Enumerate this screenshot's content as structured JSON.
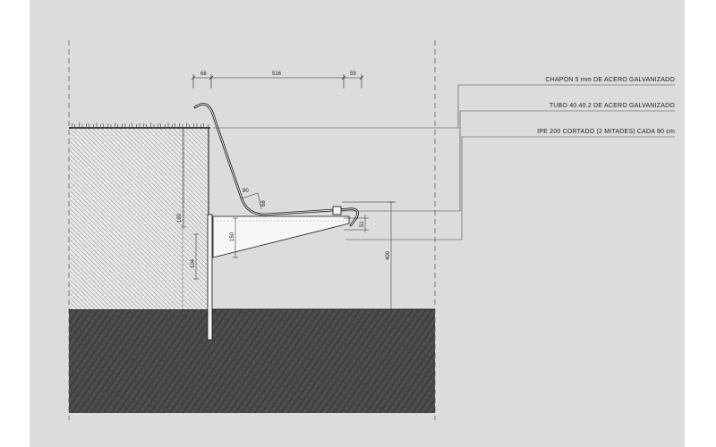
{
  "drawing": {
    "annotations": [
      {
        "id": "chapon",
        "text": "CHAPÓN 5 mm DE ACERO GALVANIZADO"
      },
      {
        "id": "tubo",
        "text": "TUBO 40.40.2 DE ACERO GALVANIZADO"
      },
      {
        "id": "ipe",
        "text": "IPE 200 CORTADO (2 MITADES) CADA 90 cm"
      }
    ],
    "dimensions": {
      "top_left": "68",
      "top_middle": "516",
      "top_right": "59",
      "back_width": "80",
      "back_depth": "68",
      "wall_height": "190",
      "beam_height": "150",
      "beam_lower": "104",
      "seat_tip": "51",
      "seat_height": "400"
    }
  },
  "colors": {
    "background": "#dcdcdb",
    "ground": "#4a4a4a",
    "wall_fill": "#e6e6e4",
    "line": "#222222"
  }
}
